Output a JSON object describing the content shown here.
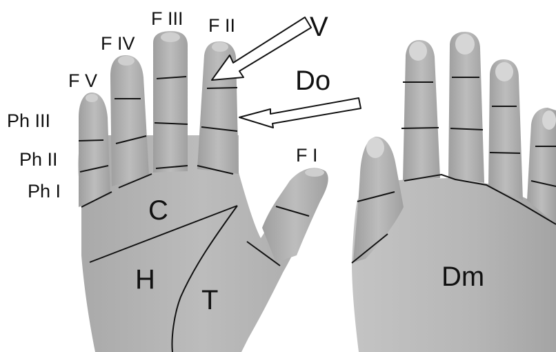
{
  "labels": {
    "f3": "F III",
    "f2": "F II",
    "f4": "F IV",
    "f5": "F V",
    "f1": "F I",
    "ph3": "Ph III",
    "ph2": "Ph II",
    "ph1": "Ph I",
    "v": "V",
    "do": "Do",
    "c": "C",
    "h": "H",
    "t": "T",
    "dm": "Dm"
  },
  "colors": {
    "skin": "#b4b4b4",
    "skin_dark": "#9c9c9c",
    "nail": "#d6d6d6",
    "line": "#111111",
    "background": "#ffffff"
  }
}
